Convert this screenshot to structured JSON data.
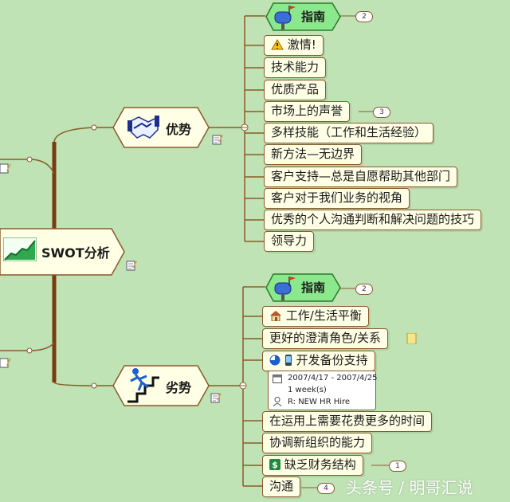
{
  "center": {
    "label": "SWOT分析",
    "icon": "growth-chart-icon"
  },
  "strengths": {
    "label": "优势",
    "icon": "handshake-icon",
    "guide": {
      "label": "指南",
      "icon": "mailbox-icon",
      "badge": "2"
    },
    "items": [
      {
        "label": "激情!",
        "icon": "warning-icon"
      },
      {
        "label": "技术能力"
      },
      {
        "label": "优质产品"
      },
      {
        "label": "市场上的声誉",
        "badge": "3"
      },
      {
        "label": "多样技能（工作和生活经验）"
      },
      {
        "label": "新方法—无边界"
      },
      {
        "label": "客户支持—总是自愿帮助其他部门"
      },
      {
        "label": "客户对于我们业务的视角"
      },
      {
        "label": "优秀的个人沟通判断和解决问题的技巧"
      },
      {
        "label": "领导力"
      }
    ]
  },
  "weaknesses": {
    "label": "劣势",
    "icon": "falling-stairs-icon",
    "guide": {
      "label": "指南",
      "icon": "mailbox-icon",
      "badge": "2"
    },
    "items": [
      {
        "label": "工作/生活平衡",
        "icon": "house-icon"
      },
      {
        "label": "更好的澄清角色/关系"
      },
      {
        "label": "开发备份支持",
        "icon": "pie-progress-icon",
        "task": {
          "dates": "2007/4/17 - 2007/4/25",
          "duration": "1 week(s)",
          "resource": "R: NEW HR Hire"
        }
      },
      {
        "label": "在运用上需要花费更多的时间"
      },
      {
        "label": "协调新组织的能力"
      },
      {
        "label": "缺乏财务结构",
        "icon": "dollar-icon",
        "badge": "1"
      },
      {
        "label": "沟通",
        "badge": "4"
      }
    ]
  },
  "watermark": "头条号 / 明哥汇说",
  "colors": {
    "background": "#bfe3b4",
    "connector": "#8a5a2b",
    "main_stem": "#7a3a10",
    "topic_fill": "#ffffe6",
    "guide_fill": "#8ce88c"
  }
}
